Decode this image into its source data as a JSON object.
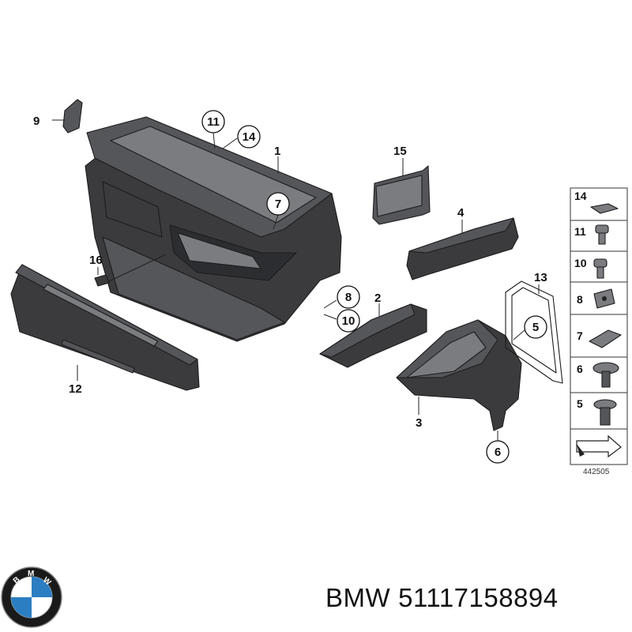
{
  "callouts": {
    "c1": "1",
    "c2": "2",
    "c3": "3",
    "c4": "4",
    "c5": "5",
    "c6": "6",
    "c7": "7",
    "c8": "8",
    "c9": "9",
    "c10": "10",
    "c11": "11",
    "c12": "12",
    "c13": "13",
    "c14": "14",
    "c15": "15",
    "c16": "16"
  },
  "legend": [
    "14",
    "11",
    "10",
    "8",
    "7",
    "6",
    "5"
  ],
  "reference_number": "442505",
  "logo": {
    "text": "BMW",
    "ring_color": "#1a1a1a",
    "blue": "#2b7ec2"
  },
  "caption": {
    "brand": "BMW",
    "part_number": "51117158894"
  }
}
